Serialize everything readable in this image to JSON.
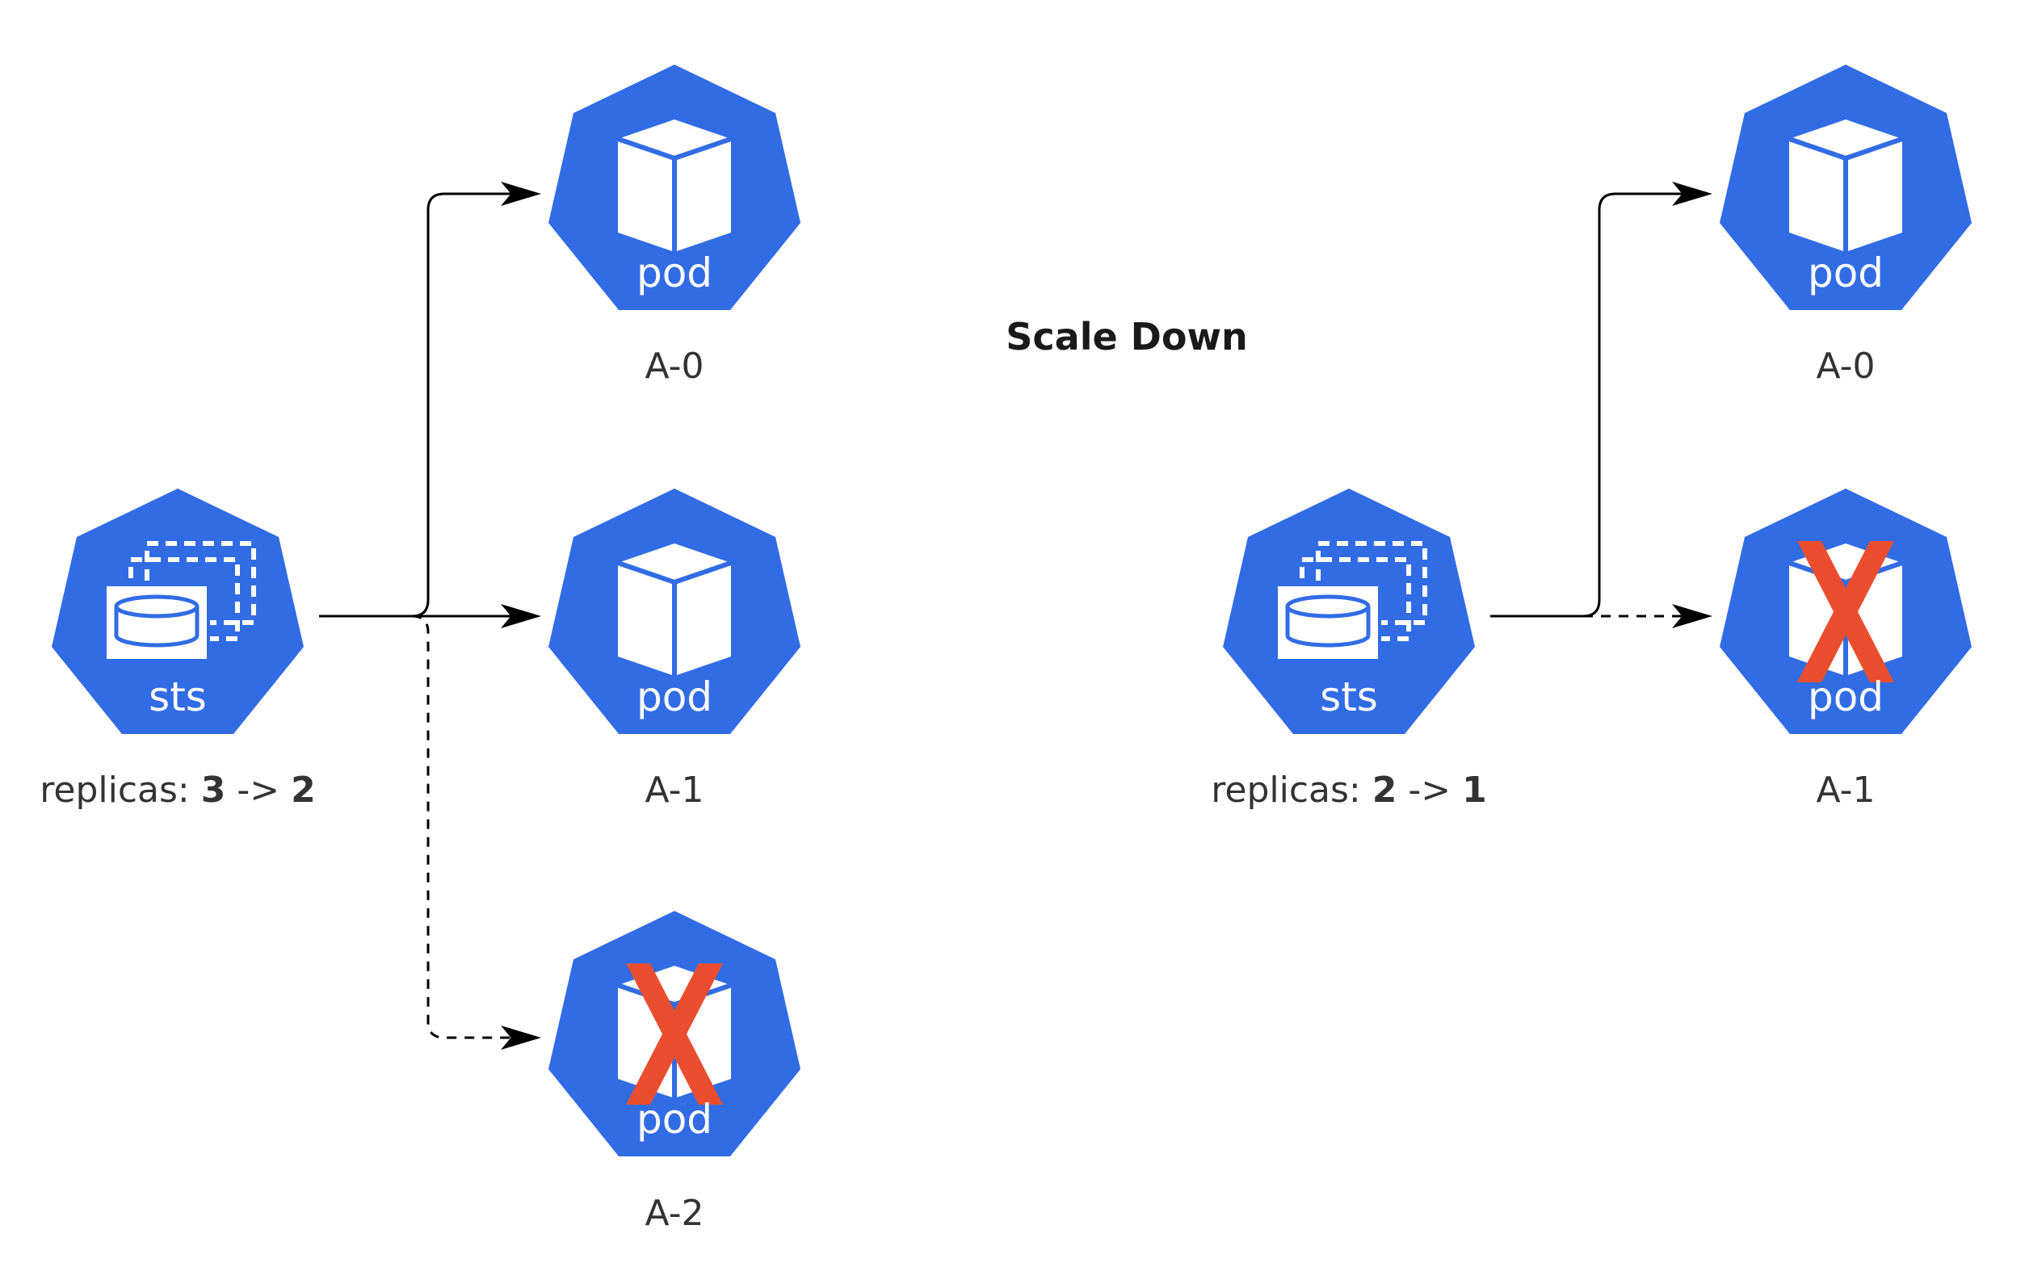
{
  "title": "Scale Down",
  "colors": {
    "k8s_blue": "#326ce5",
    "delete_x": "#ea4e2f",
    "connector": "#000000",
    "text": "#333333"
  },
  "left": {
    "sts": {
      "icon": "statefulset-icon",
      "label": "sts",
      "caption_prefix": "replicas: ",
      "from": "3",
      "arrow": " -> ",
      "to": "2"
    },
    "pods": [
      {
        "icon": "pod-icon",
        "label": "pod",
        "name": "A-0",
        "deleted": false
      },
      {
        "icon": "pod-icon",
        "label": "pod",
        "name": "A-1",
        "deleted": false
      },
      {
        "icon": "pod-icon",
        "label": "pod",
        "name": "A-2",
        "deleted": true
      }
    ]
  },
  "right": {
    "sts": {
      "icon": "statefulset-icon",
      "label": "sts",
      "caption_prefix": "replicas: ",
      "from": "2",
      "arrow": " -> ",
      "to": "1"
    },
    "pods": [
      {
        "icon": "pod-icon",
        "label": "pod",
        "name": "A-0",
        "deleted": false
      },
      {
        "icon": "pod-icon",
        "label": "pod",
        "name": "A-1",
        "deleted": true
      }
    ]
  }
}
